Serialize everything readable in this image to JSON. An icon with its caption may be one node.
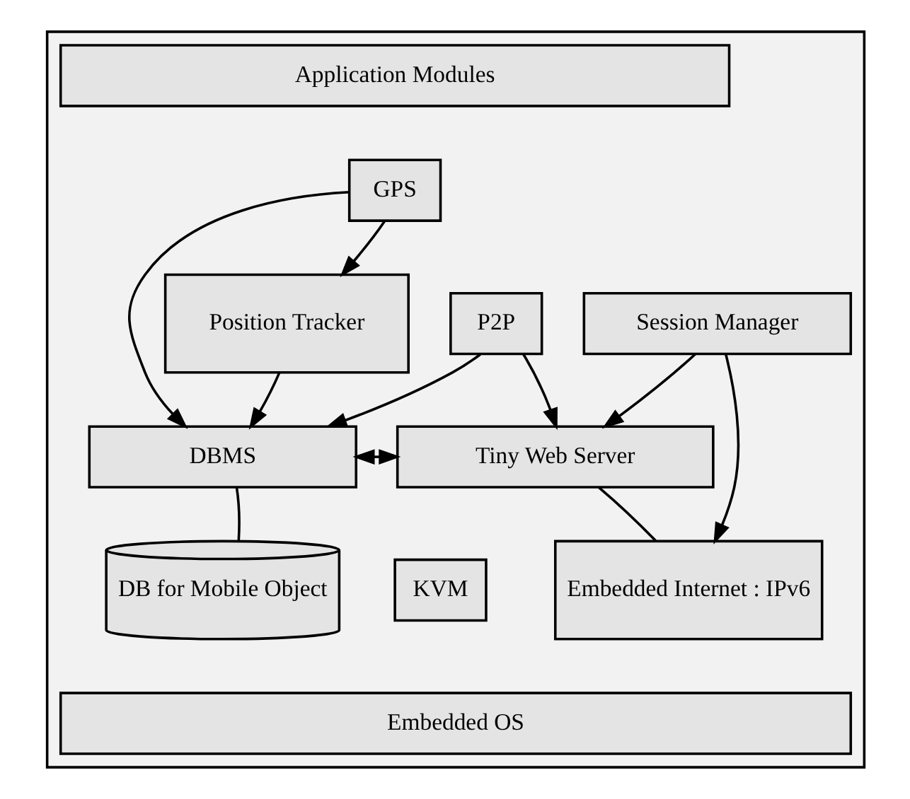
{
  "diagram": {
    "nodes": [
      {
        "text": [],
        "shape": "box"
      },
      {
        "text": [
          "Application Modules"
        ],
        "in": 0
      },
      {
        "text": [
          "GPS"
        ],
        "in": 0
      },
      {
        "text": [
          "Position Tracker"
        ],
        "in": 0
      },
      {
        "text": [
          "P2P"
        ],
        "in": 0
      },
      {
        "text": [
          "Session Manager"
        ],
        "in": 0
      },
      {
        "text": [
          "DBMS"
        ],
        "in": 0
      },
      {
        "text": [
          "Tiny Web Server"
        ],
        "in": 0
      },
      {
        "text": [
          "DB for Mobile Object"
        ],
        "in": 0
      },
      {
        "text": [
          "KVM"
        ],
        "in": 0
      },
      {
        "text": [
          "Embedded Internet : IPv6"
        ],
        "in": 0
      },
      {
        "text": [
          "Embedded OS"
        ],
        "in": 0
      }
    ],
    "edges": [
      {
        "from": 2,
        "to": 3,
        "arrow": "to"
      },
      {
        "from": 2,
        "to": 6,
        "arrow": "to"
      },
      {
        "from": 3,
        "to": 6,
        "arrow": "to"
      },
      {
        "from": 4,
        "to": 6,
        "arrow": "to"
      },
      {
        "from": 4,
        "to": 7,
        "arrow": "to"
      },
      {
        "from": 5,
        "to": 7,
        "arrow": "to"
      },
      {
        "from": 5,
        "to": 10,
        "arrow": "to"
      },
      {
        "from": 6,
        "to": 7,
        "arrow": "both"
      },
      {
        "from": 6,
        "to": 8,
        "arrow": "none"
      },
      {
        "from": 7,
        "to": 10,
        "arrow": "none"
      }
    ]
  }
}
